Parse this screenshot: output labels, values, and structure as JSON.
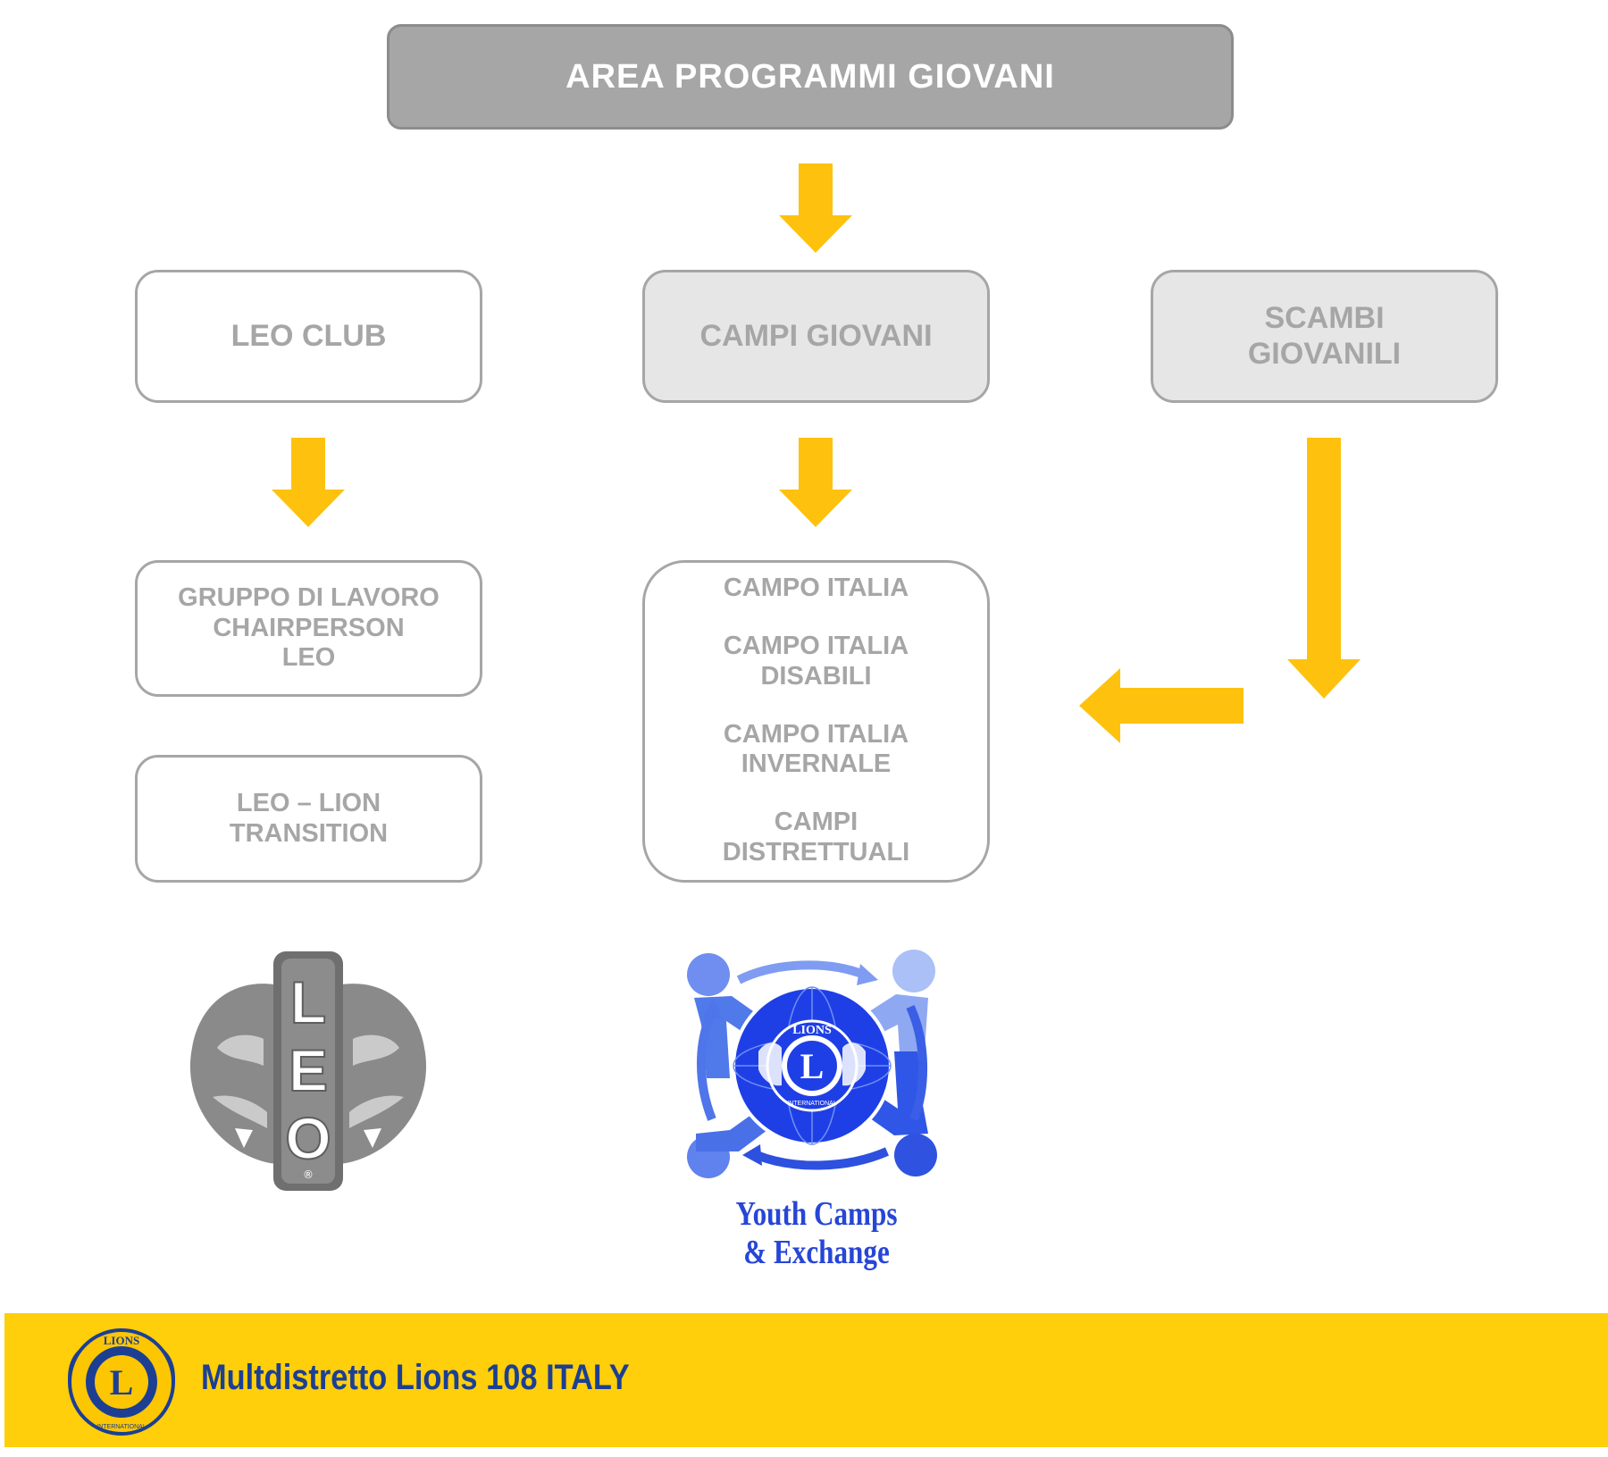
{
  "header": {
    "title": "AREA PROGRAMMI GIOVANI"
  },
  "columns": {
    "leo_club": {
      "label": "LEO CLUB"
    },
    "campi_giovani": {
      "label": "CAMPI GIOVANI"
    },
    "scambi_giovanili": {
      "lines": [
        "SCAMBI",
        "GIOVANILI"
      ]
    }
  },
  "leo_items": {
    "gruppo": {
      "lines": [
        "GRUPPO DI LAVORO",
        "CHAIRPERSON",
        "LEO"
      ]
    },
    "transition": {
      "lines": [
        "LEO – LION",
        "TRANSITION"
      ]
    }
  },
  "campi_list": {
    "items": [
      {
        "lines": [
          "CAMPO ITALIA"
        ]
      },
      {
        "lines": [
          "CAMPO ITALIA",
          "DISABILI"
        ]
      },
      {
        "lines": [
          "CAMPO ITALIA",
          "INVERNALE"
        ]
      },
      {
        "lines": [
          "CAMPI",
          "DISTRETTUALI"
        ]
      }
    ]
  },
  "logos": {
    "leo": {
      "letters": [
        "L",
        "E",
        "O"
      ],
      "mark": "®"
    },
    "youth_camps": {
      "lines": [
        "Youth Camps",
        "& Exchange"
      ],
      "emblem_letter": "L",
      "emblem_ring": "LIONS",
      "emblem_sub": "INTERNATIONAL"
    }
  },
  "footer": {
    "text": "Multdistretto Lions 108 ITALY",
    "emblem_letter": "L",
    "emblem_ring": "LIONS",
    "emblem_sub": "INTERNATIONAL"
  },
  "colors": {
    "header_fill": "#a6a6a6",
    "box_border": "#a6a6a6",
    "box_fill": "#e6e6e6",
    "arrow": "#fec20e",
    "footer_band": "#fecf0a",
    "footer_text": "#1c3f94",
    "youth_blue": "#2746d6"
  }
}
